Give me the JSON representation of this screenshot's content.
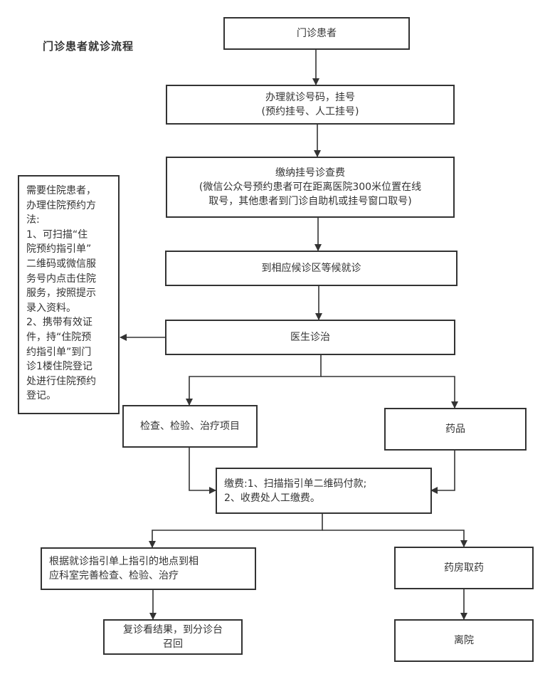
{
  "diagram": {
    "title": "门诊患者就诊流程",
    "nodes": {
      "outpatient": "门诊患者",
      "register": "办理就诊号码，挂号\n(预约挂号、人工挂号)",
      "pay_registration": "缴纳挂号诊查费\n(微信公众号预约患者可在距离医院300米位置在线\n取号，其他患者到门诊自助机或挂号窗口取号)",
      "waiting": "到相应候诊区等候就诊",
      "doctor": "医生诊治",
      "exams": "检查、检验、治疗项目",
      "medicine": "药品",
      "payment": "缴费:1、扫描指引单二维码付款;\n        2、收费处人工缴费。",
      "complete_exams": "根据就诊指引单上指引的地点到相\n应科室完善检查、检验、治疗",
      "followup": "复诊看结果，到分诊台\n召回",
      "pharmacy": "药房取药",
      "leave": "离院"
    },
    "side_note": "需要住院患者，\n办理住院预约方\n法:\n1、可扫描“住\n院预约指引单”\n二维码或微信服\n务号内点击住院\n服务，按照提示\n录入资料。\n2、携带有效证\n件，持“住院预\n约指引单”到门\n诊1楼住院登记\n处进行住院预约\n登记。"
  }
}
